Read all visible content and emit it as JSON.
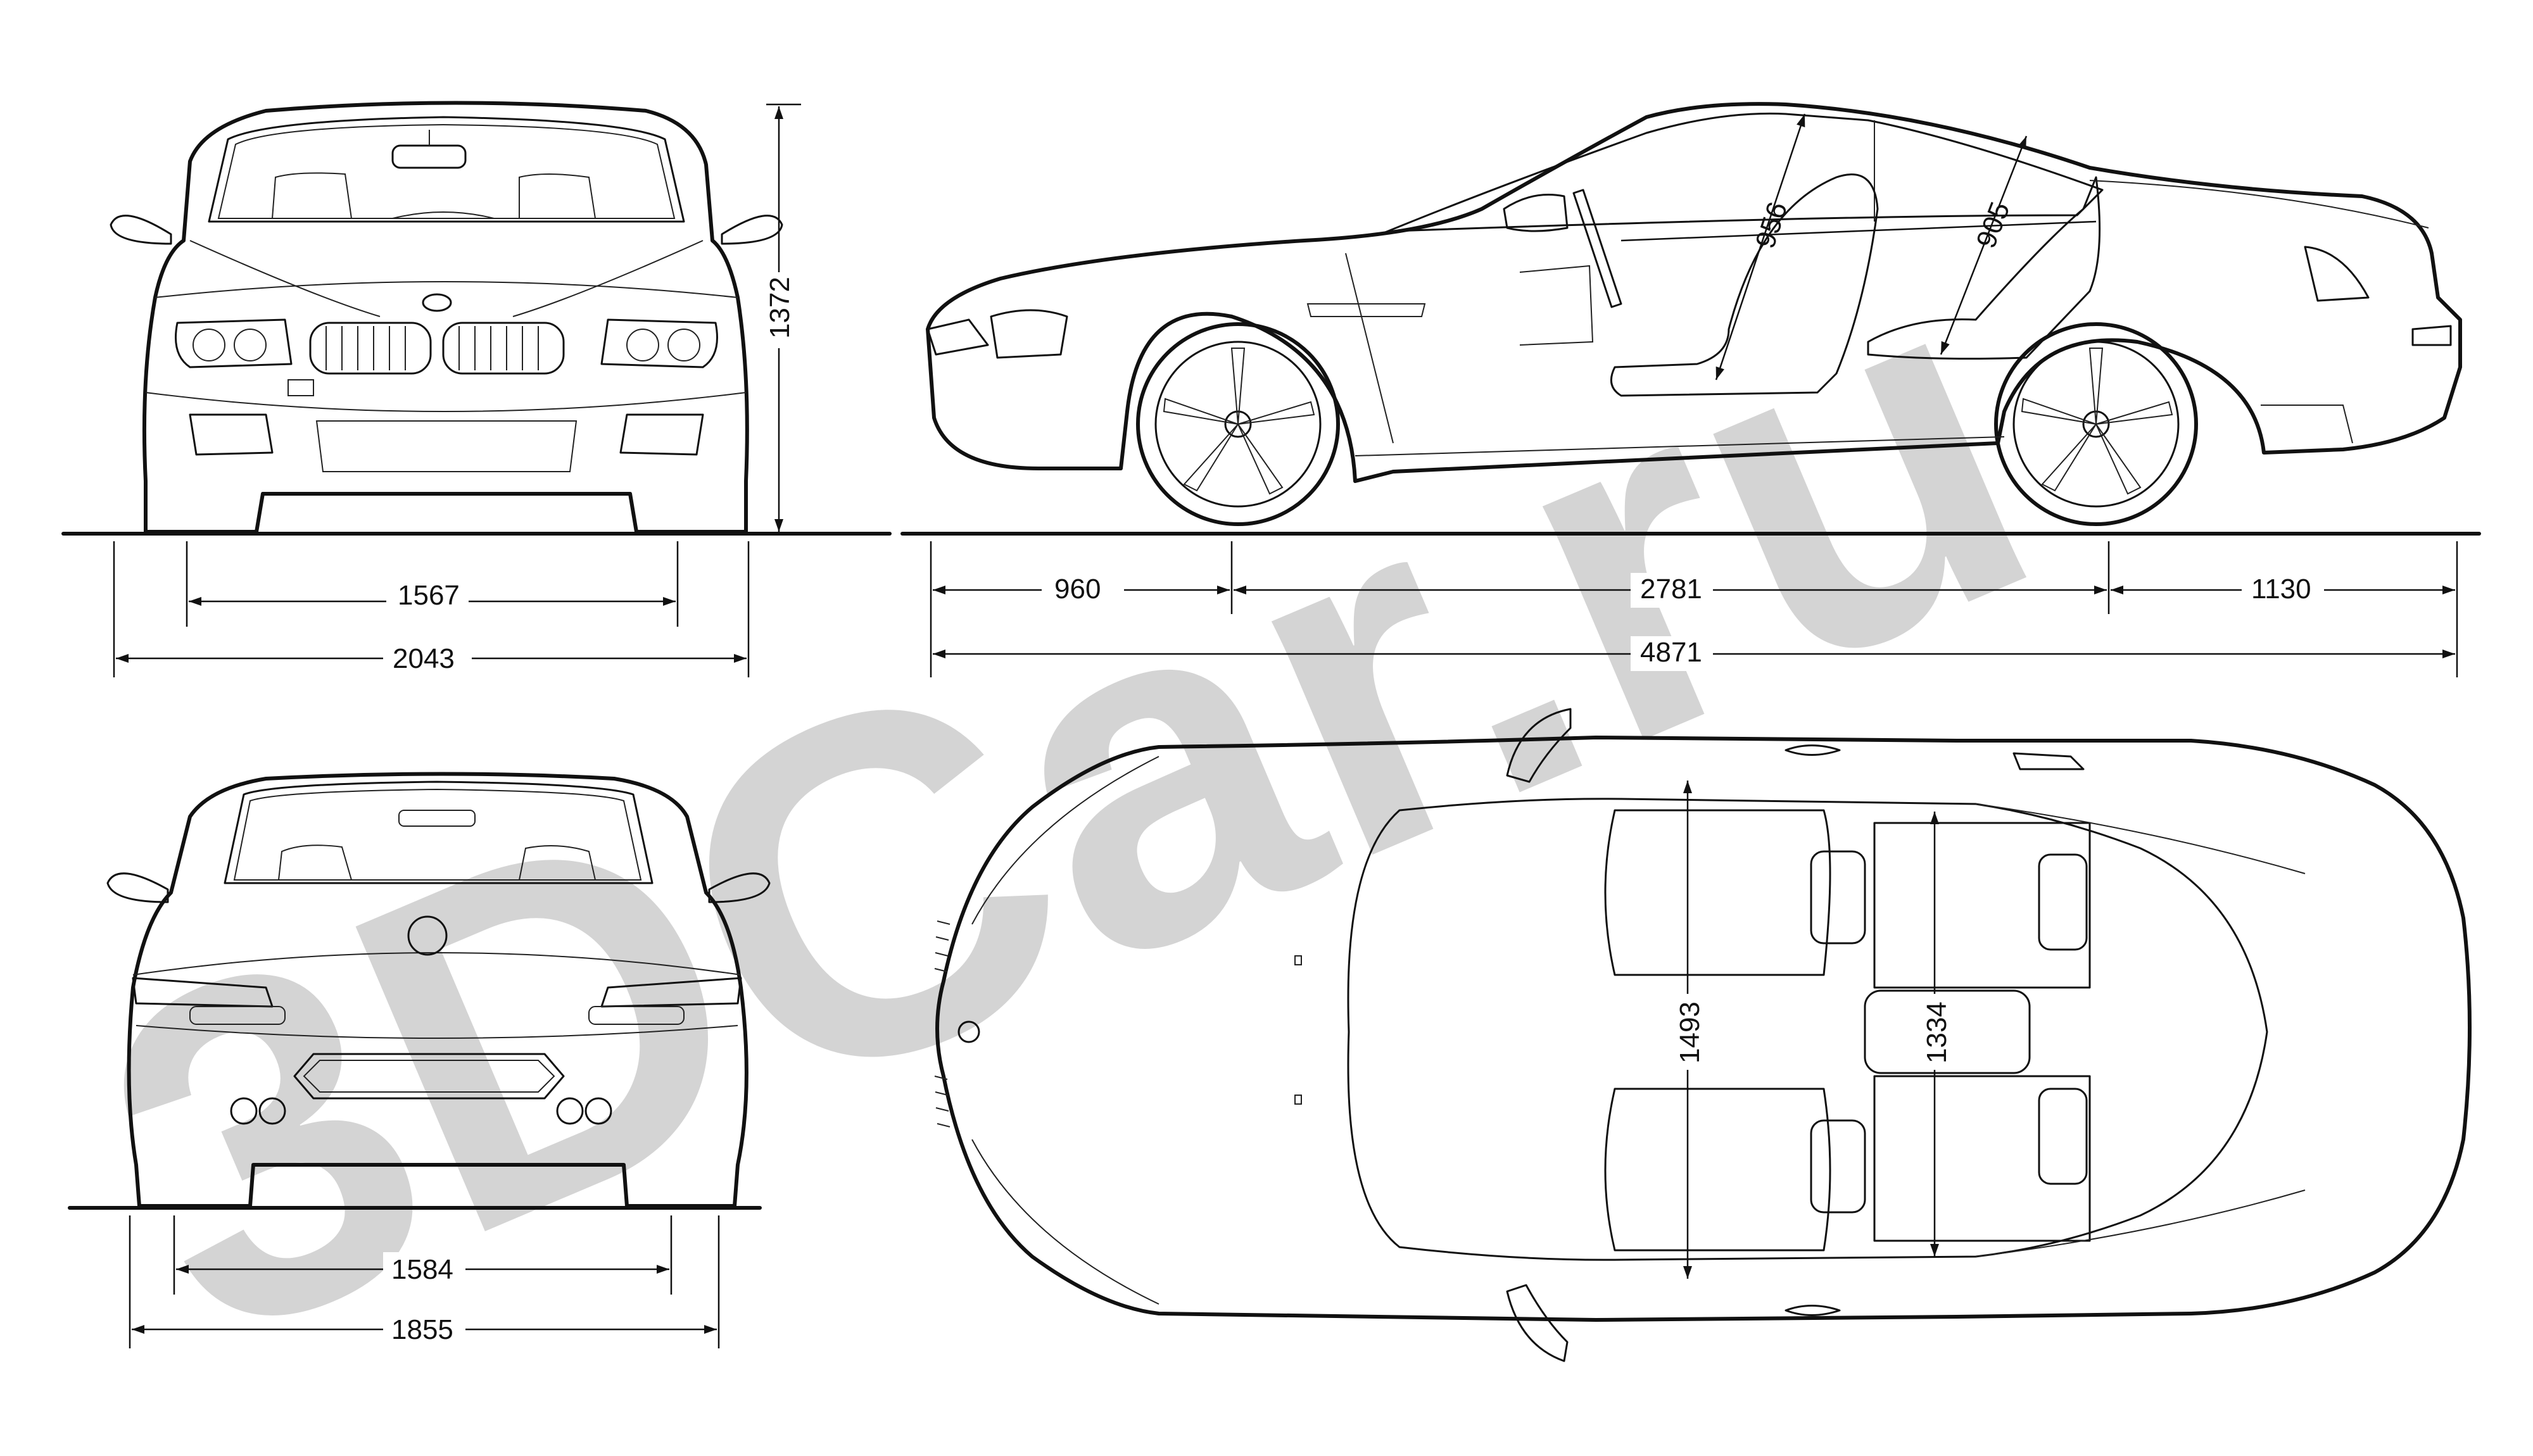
{
  "watermark": {
    "text": "3DCar.ru",
    "color": "#d4d4d4"
  },
  "dimensions": {
    "front_height": "1372",
    "front_track": "1567",
    "front_width": "2043",
    "front_overhang": "960",
    "wheelbase": "2781",
    "rear_overhang": "1130",
    "overall_length": "4871",
    "front_headroom": "956",
    "rear_headroom": "905",
    "rear_track": "1584",
    "body_width": "1855",
    "front_shoulder_width": "1493",
    "rear_shoulder_width": "1334"
  },
  "colors": {
    "line": "#111111",
    "background": "#ffffff"
  }
}
